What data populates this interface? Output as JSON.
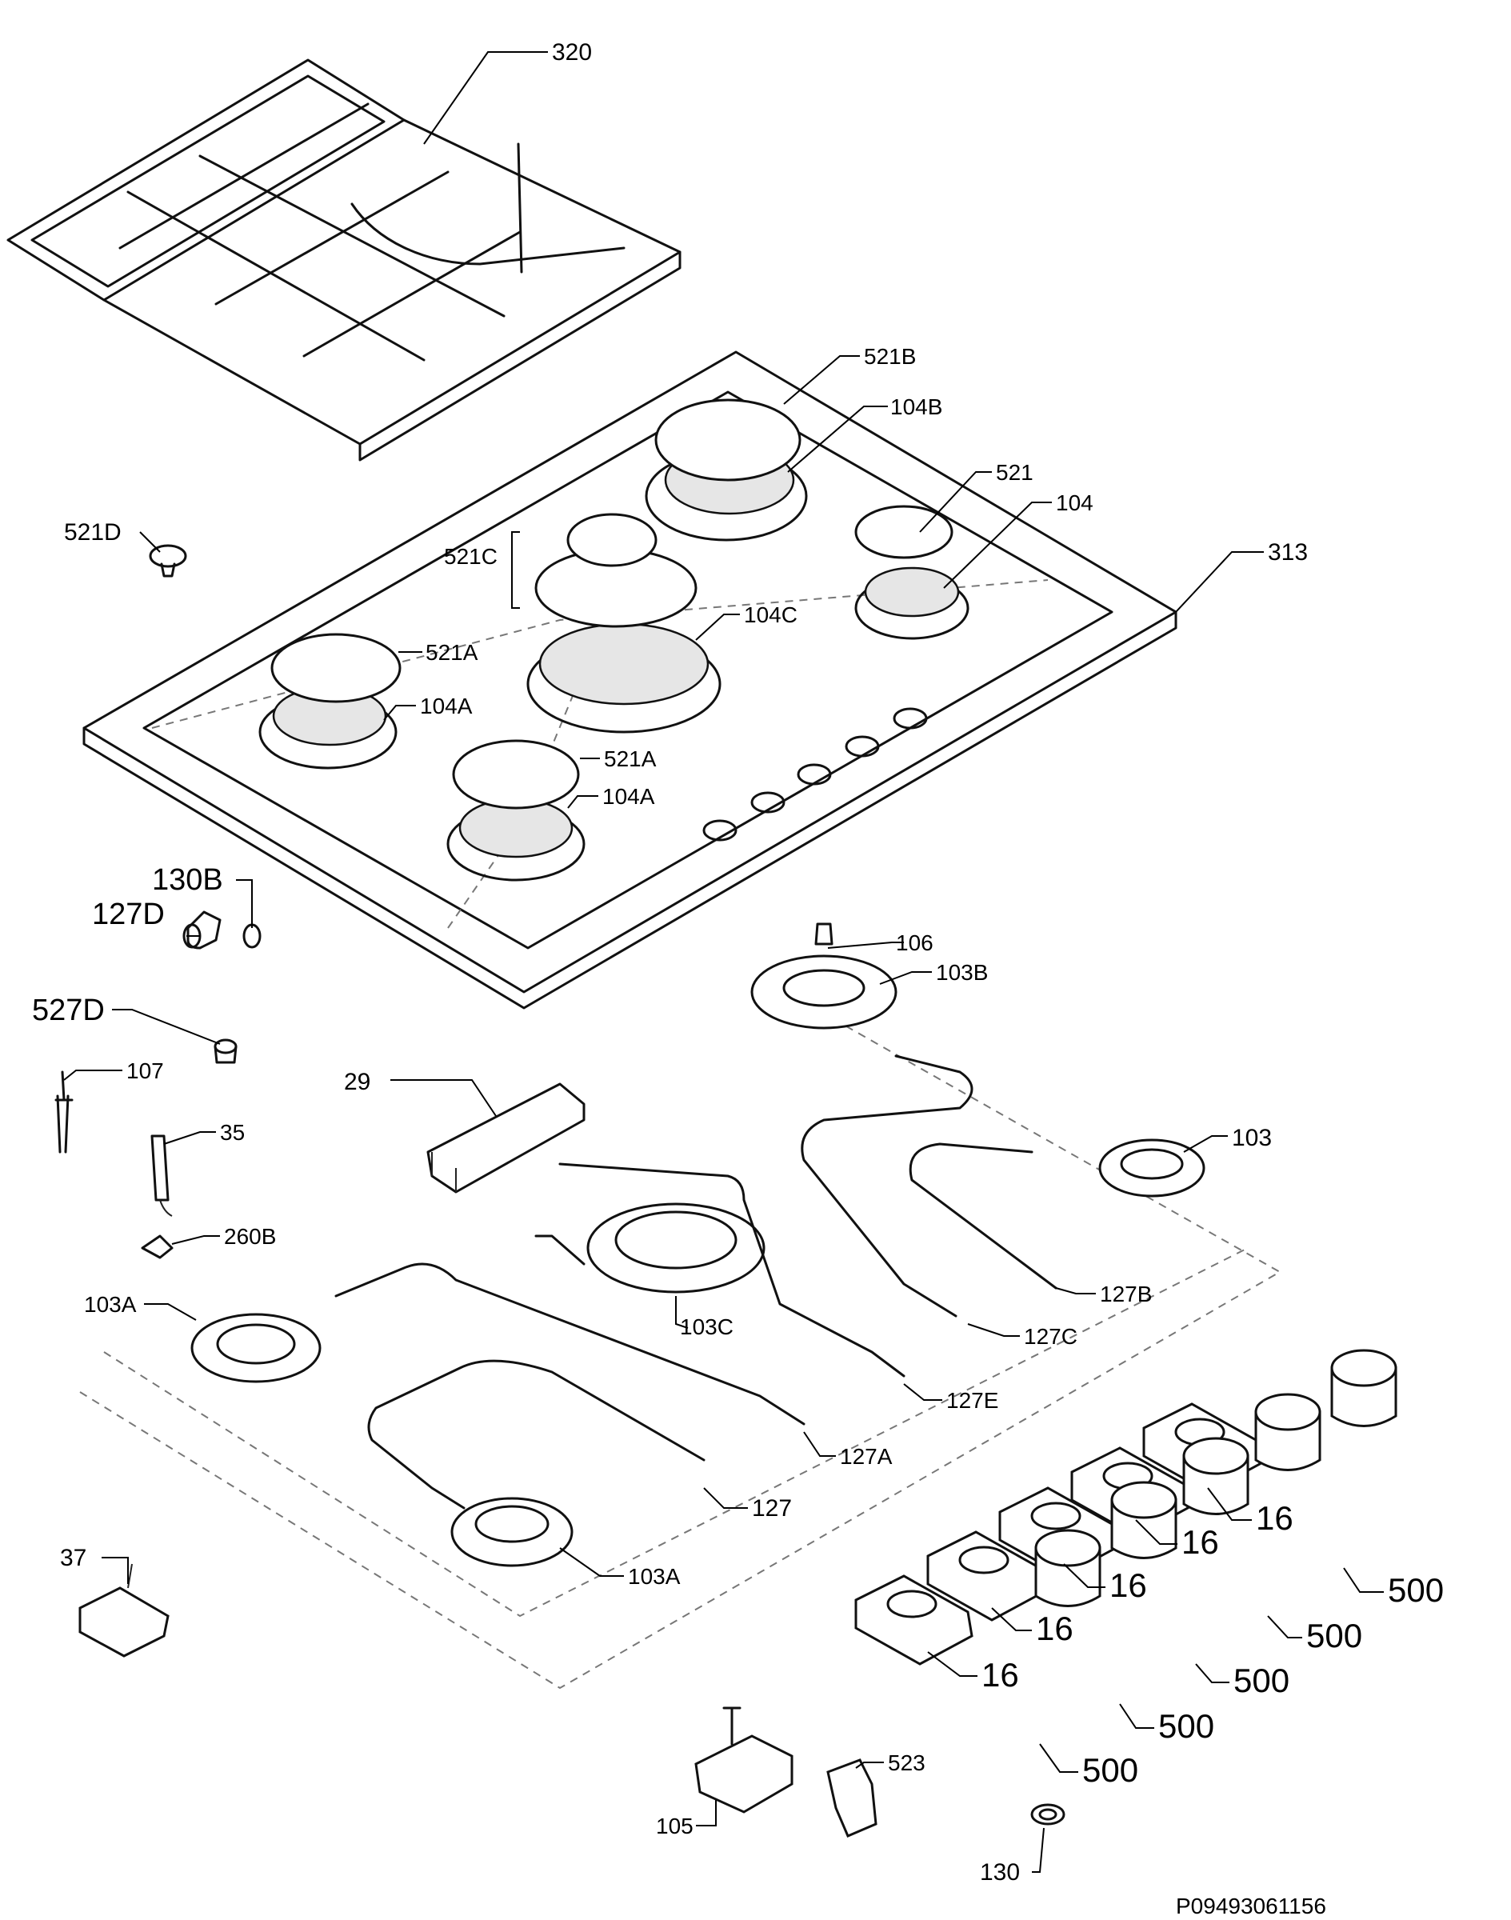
{
  "diagram": {
    "drawing_number": "P09493061156",
    "labels": {
      "l320": "320",
      "l521B": "521B",
      "l104B": "104B",
      "l521": "521",
      "l104": "104",
      "l313": "313",
      "l521D": "521D",
      "l521C": "521C",
      "l104C": "104C",
      "l521A_1": "521A",
      "l104A_1": "104A",
      "l521A_2": "521A",
      "l104A_2": "104A",
      "l130B": "130B",
      "l127D": "127D",
      "l527D": "527D",
      "l106": "106",
      "l103B": "103B",
      "l107": "107",
      "l29": "29",
      "l35": "35",
      "l103": "103",
      "l260B": "260B",
      "l127B": "127B",
      "l103A_1": "103A",
      "l103C": "103C",
      "l127C": "127C",
      "l127E": "127E",
      "l127A": "127A",
      "l127": "127",
      "l103A_2": "103A",
      "l37": "37",
      "l16_1": "16",
      "l16_2": "16",
      "l16_3": "16",
      "l16_4": "16",
      "l16_5": "16",
      "l500_1": "500",
      "l500_2": "500",
      "l500_3": "500",
      "l500_4": "500",
      "l500_5": "500",
      "l523": "523",
      "l105": "105",
      "l130": "130"
    }
  }
}
